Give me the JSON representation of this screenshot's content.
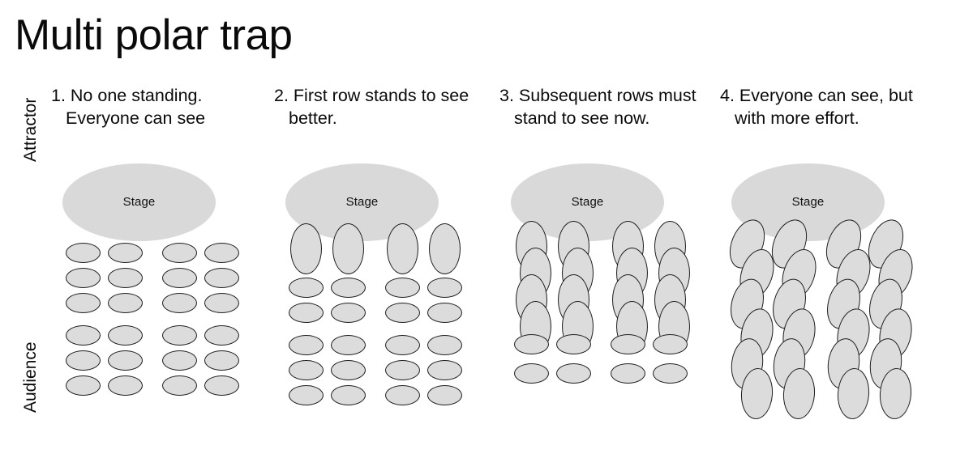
{
  "title": "Multi polar trap",
  "colors": {
    "stage_fill": "#d9d9d9",
    "person_fill": "#dcdcdc",
    "person_stroke": "#1d1d1d",
    "text": "#0a0a0a",
    "background": "#ffffff"
  },
  "axis_labels": {
    "attractor": "Attractor",
    "audience": "Audience"
  },
  "stage_label": "Stage",
  "panels": [
    {
      "id": 1,
      "number": "1.",
      "caption": "1. No one standing. Everyone can see",
      "stage_label": "Stage",
      "standing_rows": 0,
      "total_rows": 6,
      "columns": 4,
      "layout": "seated-grid",
      "tilt_deg": 0
    },
    {
      "id": 2,
      "number": "2.",
      "caption": "2. First row stands to see better.",
      "stage_label": "Stage",
      "standing_rows": 1,
      "total_rows": 6,
      "columns": 4,
      "layout": "front-row-standing",
      "tilt_deg": 0
    },
    {
      "id": 3,
      "number": "3.",
      "caption": "3. Subsequent rows must stand to see now.",
      "stage_label": "Stage",
      "standing_rows": 4,
      "total_rows": 6,
      "columns": 4,
      "layout": "front-four-rows-standing",
      "tilt_deg": 0
    },
    {
      "id": 4,
      "number": "4.",
      "caption": "4. Everyone can see, but with more effort.",
      "stage_label": "Stage",
      "standing_rows": 6,
      "total_rows": 6,
      "columns": 4,
      "layout": "all-standing-tilted",
      "tilt_deg": 22
    }
  ],
  "geometry": {
    "seated_w": 43,
    "seated_h": 25,
    "standing_w": 39,
    "standing_h": 63,
    "col_x": [
      26,
      78,
      145,
      197
    ],
    "seated_row_pitch": 31,
    "seated_block_gap": 9,
    "standing_row_pitch": 33
  }
}
